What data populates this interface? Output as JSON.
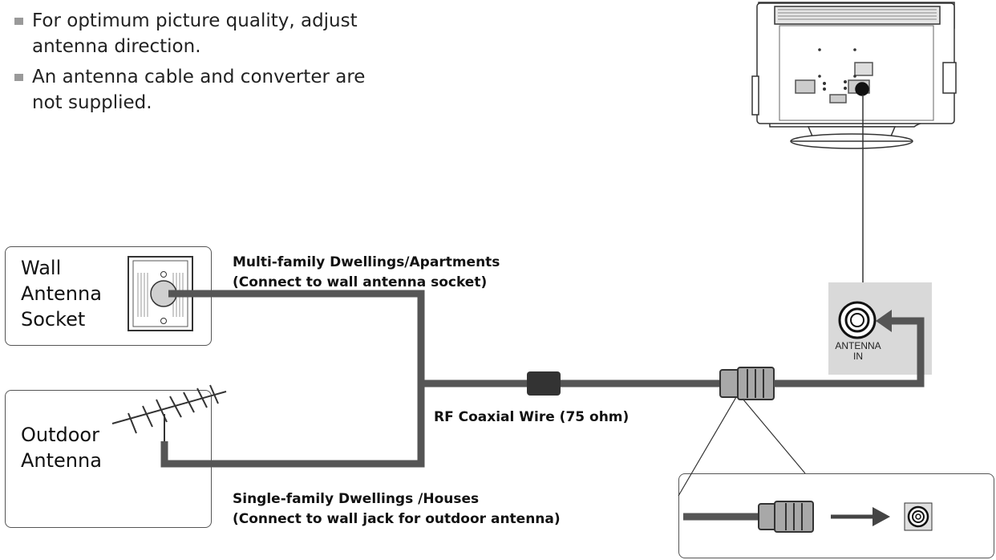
{
  "notes": [
    "For optimum picture quality, adjust antenna direction.",
    "An antenna cable and converter are not supplied."
  ],
  "wall_socket": {
    "label_lines": [
      "Wall",
      "Antenna",
      "Socket"
    ]
  },
  "outdoor_antenna": {
    "label_lines": [
      "Outdoor",
      "Antenna"
    ]
  },
  "multi_family": {
    "line1": "Multi-family Dwellings/Apartments",
    "line2": "(Connect to wall antenna socket)"
  },
  "single_family": {
    "line1": "Single-family Dwellings /Houses",
    "line2": "(Connect to wall jack for outdoor antenna)"
  },
  "cable_label": "RF Coaxial Wire (75 ohm)",
  "antenna_in": {
    "line1": "ANTENNA",
    "line2": "IN"
  },
  "colors": {
    "cable": "#555555",
    "panel": "#d9d9d9",
    "plug": "#a8a8a8",
    "stroke": "#333333"
  }
}
